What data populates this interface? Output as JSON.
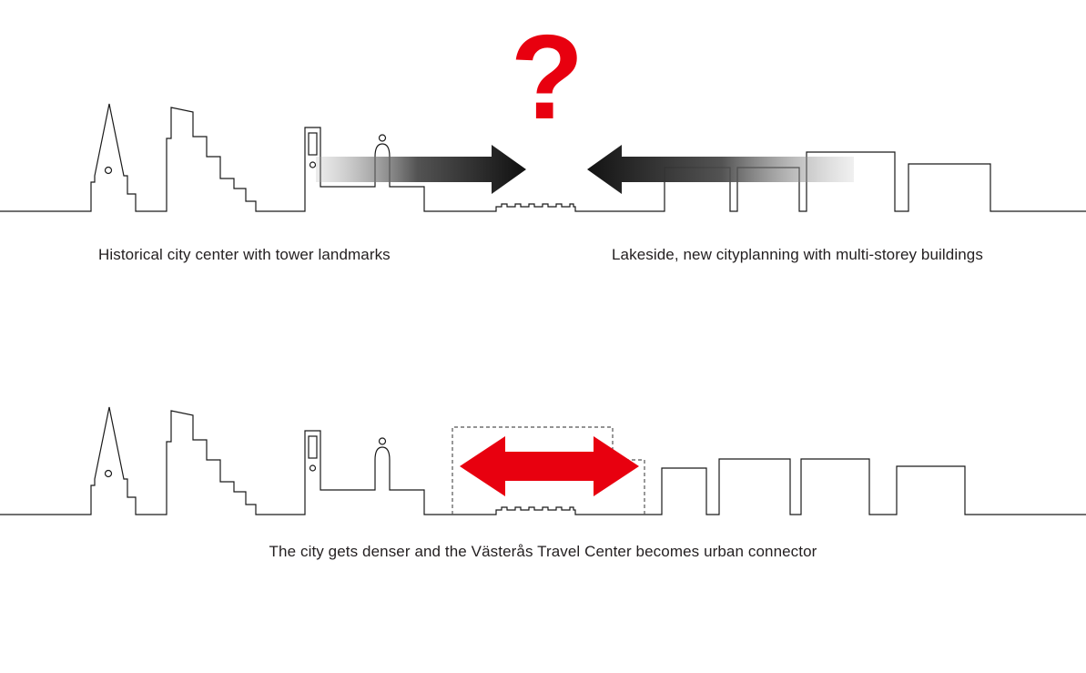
{
  "colors": {
    "accent_red": "#e8000f",
    "line": "#1a1a1a",
    "arrow_dark": "#141414"
  },
  "top": {
    "question_mark": "?",
    "caption_left": "Historical city center with tower landmarks",
    "caption_right": "Lakeside, new cityplanning with multi-storey buildings"
  },
  "bottom": {
    "caption": "The city gets denser and the Västerås Travel Center becomes urban connector"
  }
}
